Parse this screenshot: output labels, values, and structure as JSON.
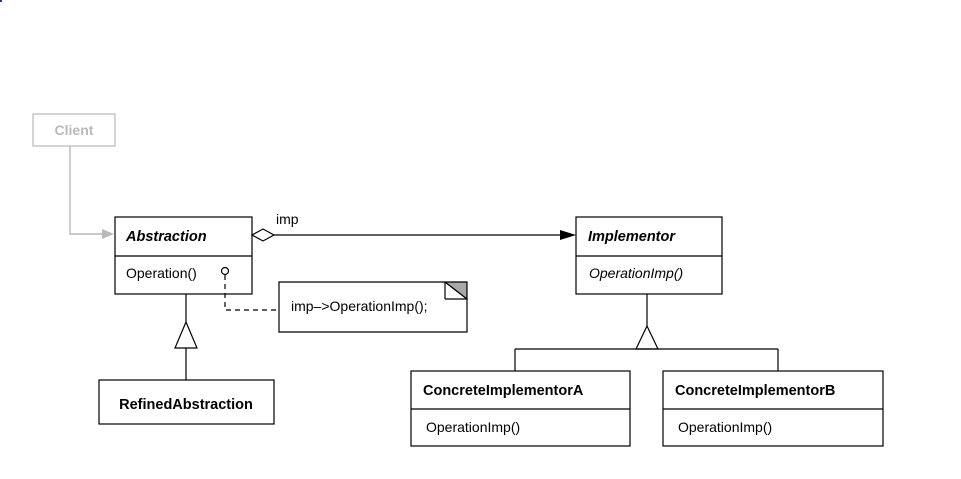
{
  "diagram": {
    "client": {
      "name": "Client"
    },
    "abstraction": {
      "name": "Abstraction",
      "operation": "Operation()"
    },
    "association_label": "imp",
    "note": {
      "text": "imp–>OperationImp();"
    },
    "refined_abstraction": {
      "name": "RefinedAbstraction"
    },
    "implementor": {
      "name": "Implementor",
      "operation": "OperationImp()"
    },
    "concrete_a": {
      "name": "ConcreteImplementorA",
      "operation": "OperationImp()"
    },
    "concrete_b": {
      "name": "ConcreteImplementorB",
      "operation": "OperationImp()"
    }
  },
  "colors": {
    "line": "#000000",
    "client_gray": "#b9b9b9",
    "note_fold": "#a8a8a8"
  }
}
